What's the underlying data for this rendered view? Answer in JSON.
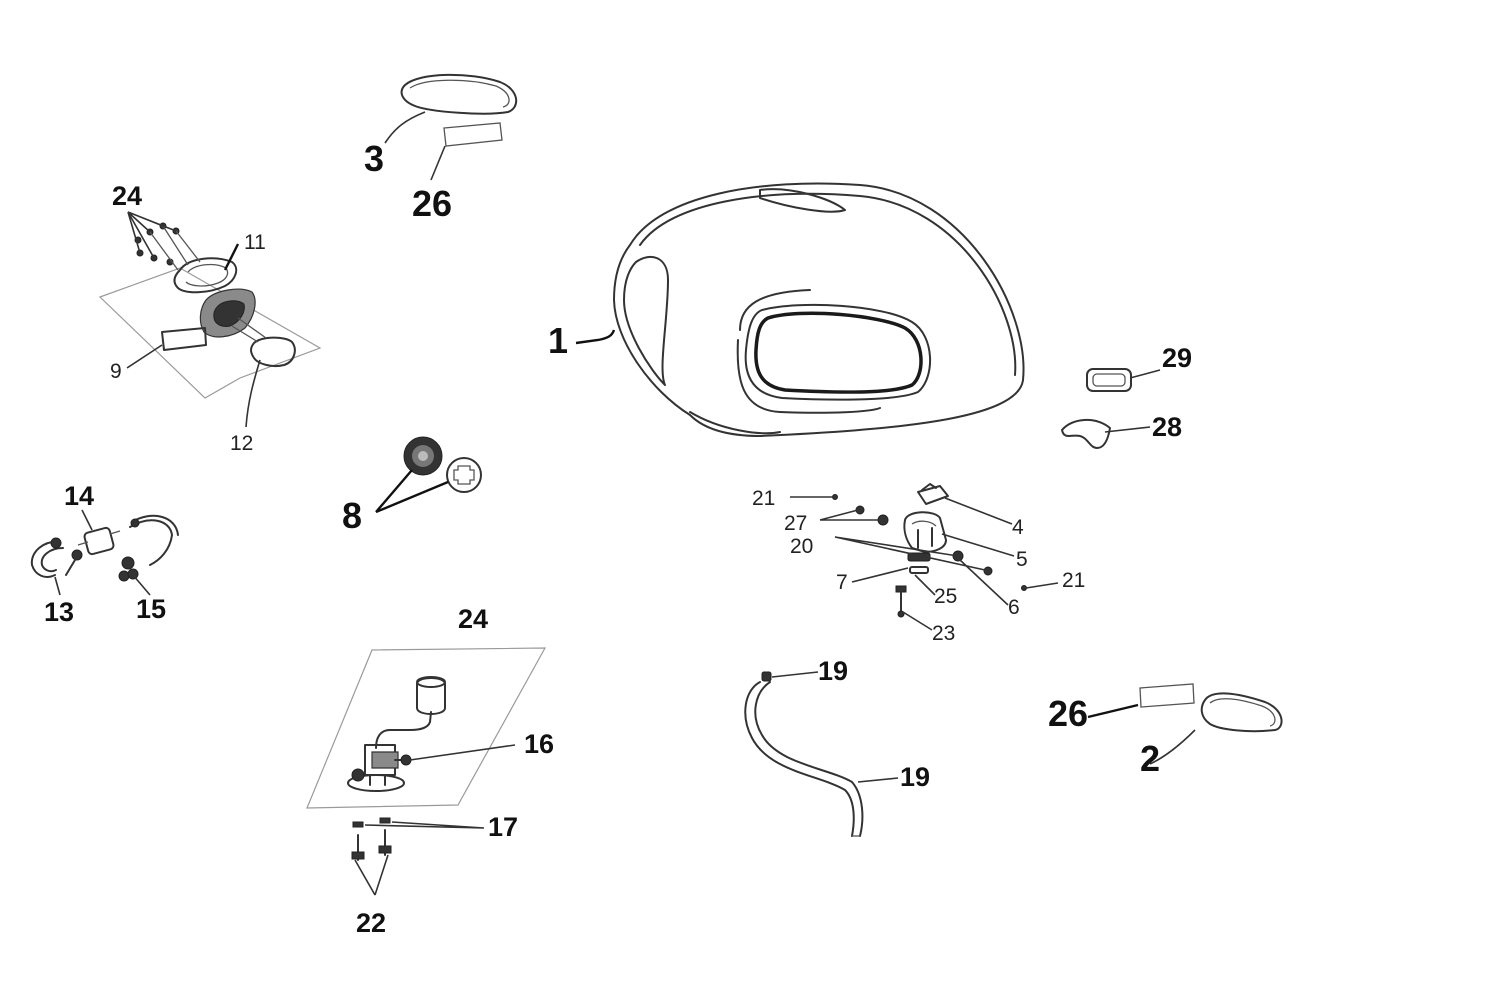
{
  "callouts": {
    "c1": "1",
    "c2": "2",
    "c3": "3",
    "c26_top": "26",
    "c26_right": "26",
    "c24_left": "24",
    "c24_bottom": "24",
    "c11": "11",
    "c9": "9",
    "c12": "12",
    "c8": "8",
    "c14": "14",
    "c13": "13",
    "c15": "15",
    "c29": "29",
    "c28": "28",
    "c21_top": "21",
    "c21_right": "21",
    "c27": "27",
    "c20": "20",
    "c4": "4",
    "c5": "5",
    "c7": "7",
    "c25": "25",
    "c6": "6",
    "c23": "23",
    "c19_top": "19",
    "c19_bottom": "19",
    "c16": "16",
    "c17": "17",
    "c22": "22"
  },
  "colors": {
    "line": "#333333",
    "background": "#ffffff"
  }
}
